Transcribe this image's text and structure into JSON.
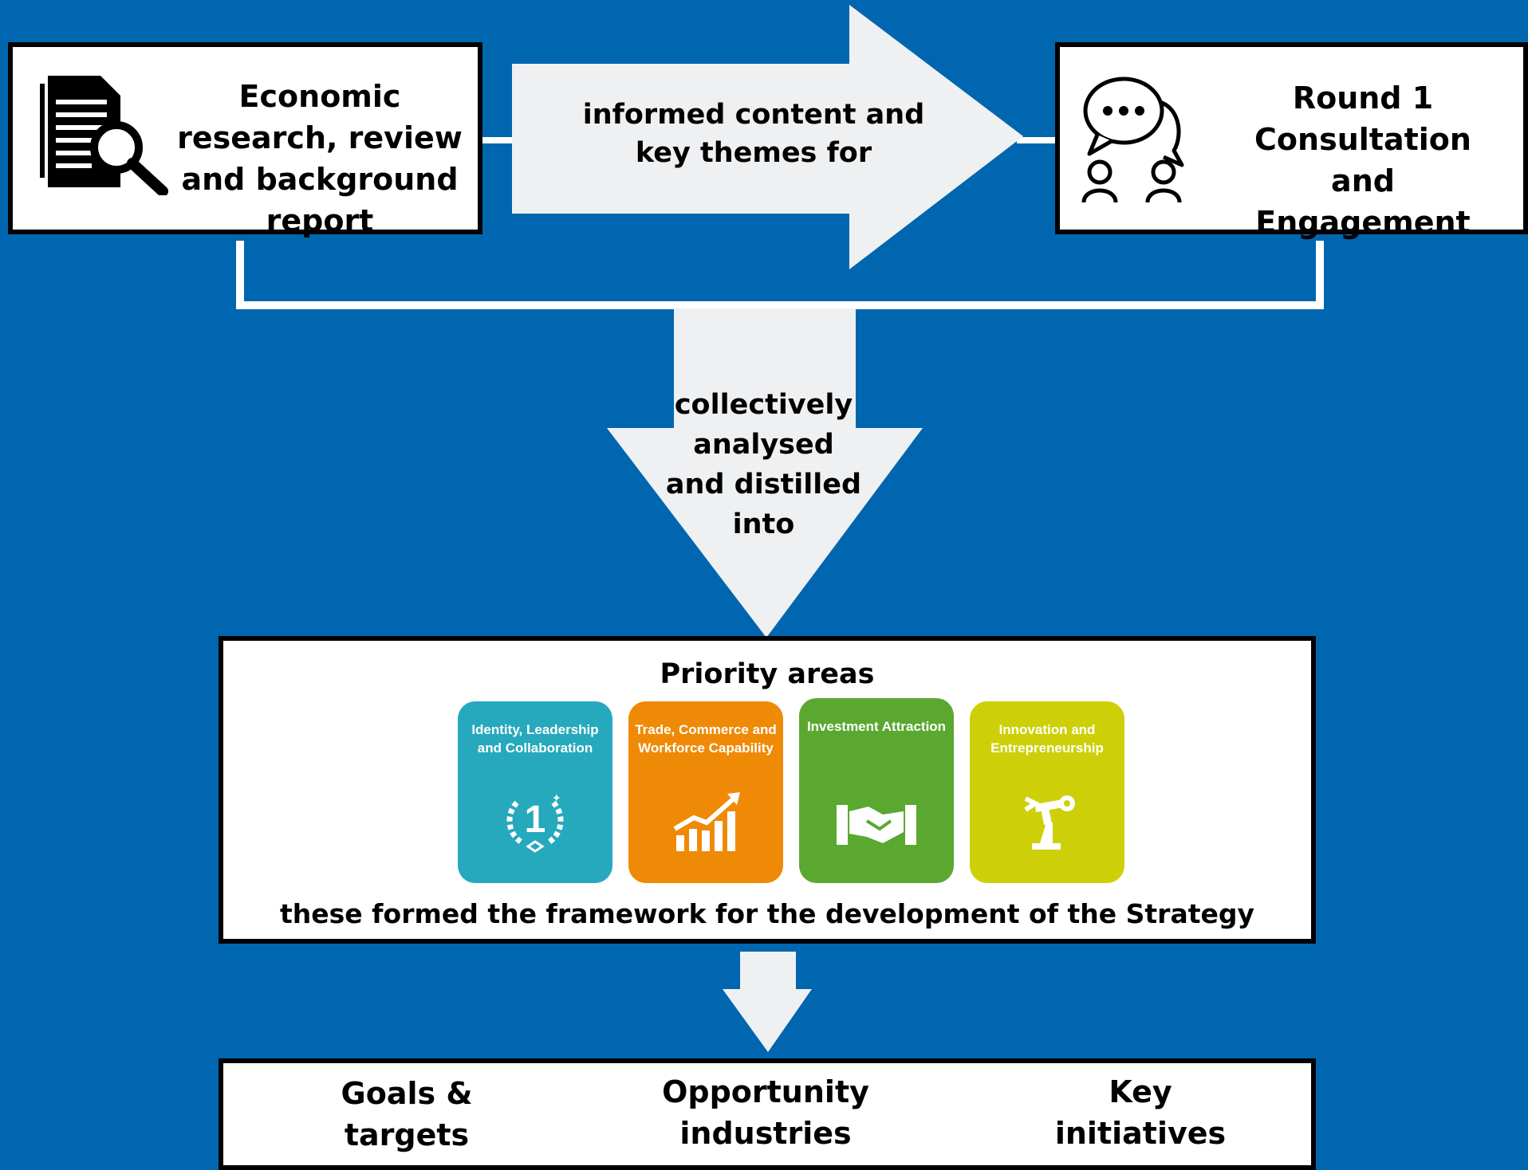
{
  "top_left_box": {
    "label": "Economic research, review and background report",
    "icon": "document-search-icon"
  },
  "arrow_right_text": "informed content and key themes for",
  "top_right_box": {
    "label": "Round 1 Consultation and Engagement",
    "icon": "consultation-people-icon"
  },
  "arrow_down_text": "collectively analysed and distilled into",
  "priority_box": {
    "title": "Priority areas",
    "tiles": [
      {
        "label": "Identity, Leadership and Collaboration",
        "color": "#26a9bd",
        "icon": "laurel-number-one-icon"
      },
      {
        "label": "Trade, Commerce and Workforce Capability",
        "color": "#ef8a07",
        "icon": "growth-chart-icon"
      },
      {
        "label": "Investment Attraction",
        "color": "#5ba831",
        "icon": "handshake-icon"
      },
      {
        "label": "Innovation and Entrepreneurship",
        "color": "#cdd008",
        "icon": "robot-arm-icon"
      }
    ],
    "footer": "these formed the framework for the development of the Strategy"
  },
  "bottom_box": {
    "items": [
      "Goals & targets",
      "Opportunity industries",
      "Key initiatives"
    ]
  },
  "colors": {
    "background": "#0066b0",
    "arrow": "#eff0f2",
    "box_border": "#000000"
  }
}
